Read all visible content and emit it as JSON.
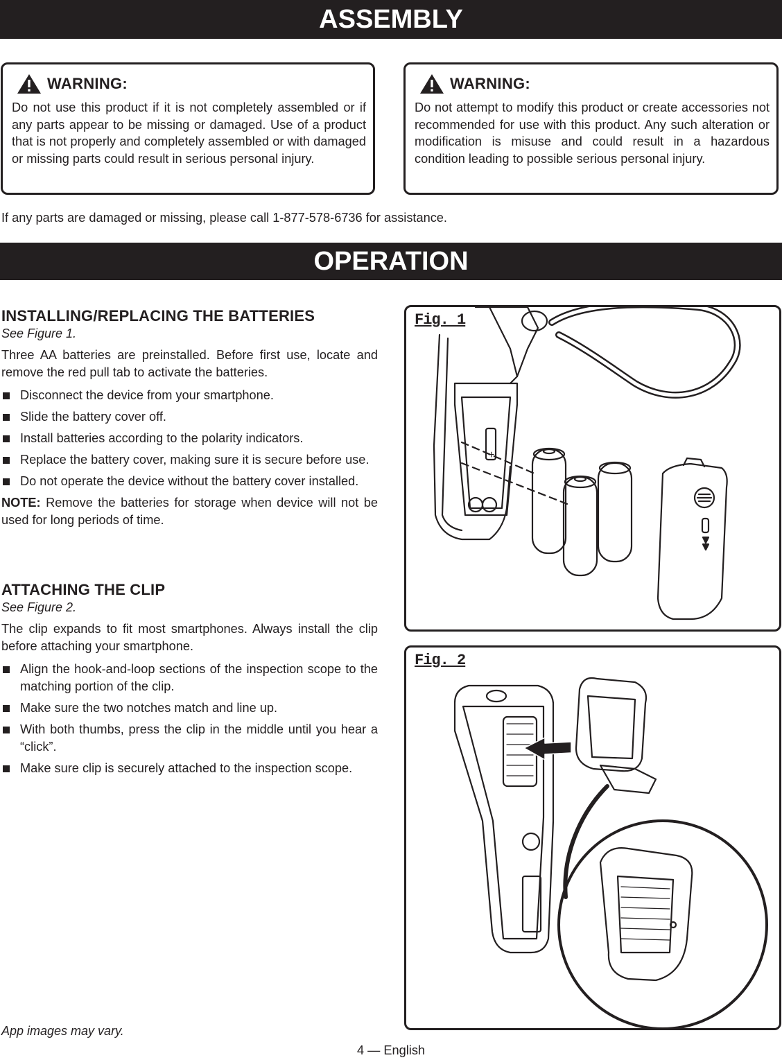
{
  "assembly": {
    "title": "ASSEMBLY",
    "warning_left": {
      "label": "WARNING:",
      "text": "Do not use this product if it is not completely assembled or if any parts appear to be missing or damaged. Use of a product that is not properly and completely assembled or with damaged or missing parts could result in serious personal injury."
    },
    "warning_right": {
      "label": "WARNING:",
      "text": "Do not attempt to modify this product or create accessories not recommended for use with this product. Any such alteration or modification is misuse and could result in a hazardous condition leading to possible serious personal injury."
    },
    "assistance": "If any parts are damaged or missing, please call 1-877-578-6736 for assistance."
  },
  "operation": {
    "title": "OPERATION",
    "batteries": {
      "heading": "INSTALLING/REPLACING THE BATTERIES",
      "see": "See Figure 1.",
      "intro": "Three AA batteries are preinstalled. Before first use, locate and remove the red pull tab to activate the batteries.",
      "bullets": [
        "Disconnect the device from your smartphone.",
        "Slide the battery cover off.",
        "Install batteries according to the polarity indicators.",
        "Replace the battery cover, making sure it is secure before use.",
        "Do not operate the device without the battery cover installed."
      ],
      "note_label": "NOTE:",
      "note_text": " Remove the batteries for storage when device will not be used for long periods of time."
    },
    "clip": {
      "heading": "ATTACHING THE CLIP",
      "see": "See Figure 2.",
      "intro": "The clip expands to fit most smartphones. Always install the clip before attaching your smartphone.",
      "bullets": [
        "Align the hook-and-loop sections of the inspection scope to the matching portion of the clip.",
        "Make sure the two notches match and line up.",
        "With both thumbs, press the clip in the middle until you hear a “click”.",
        "Make sure clip is securely attached to the inspection scope."
      ]
    },
    "figure1_label": "Fig. 1",
    "figure2_label": "Fig. 2",
    "app_note": "App images may vary."
  },
  "footer": {
    "page": "4 — English"
  },
  "icons": {
    "warning": "warning-triangle-icon"
  }
}
